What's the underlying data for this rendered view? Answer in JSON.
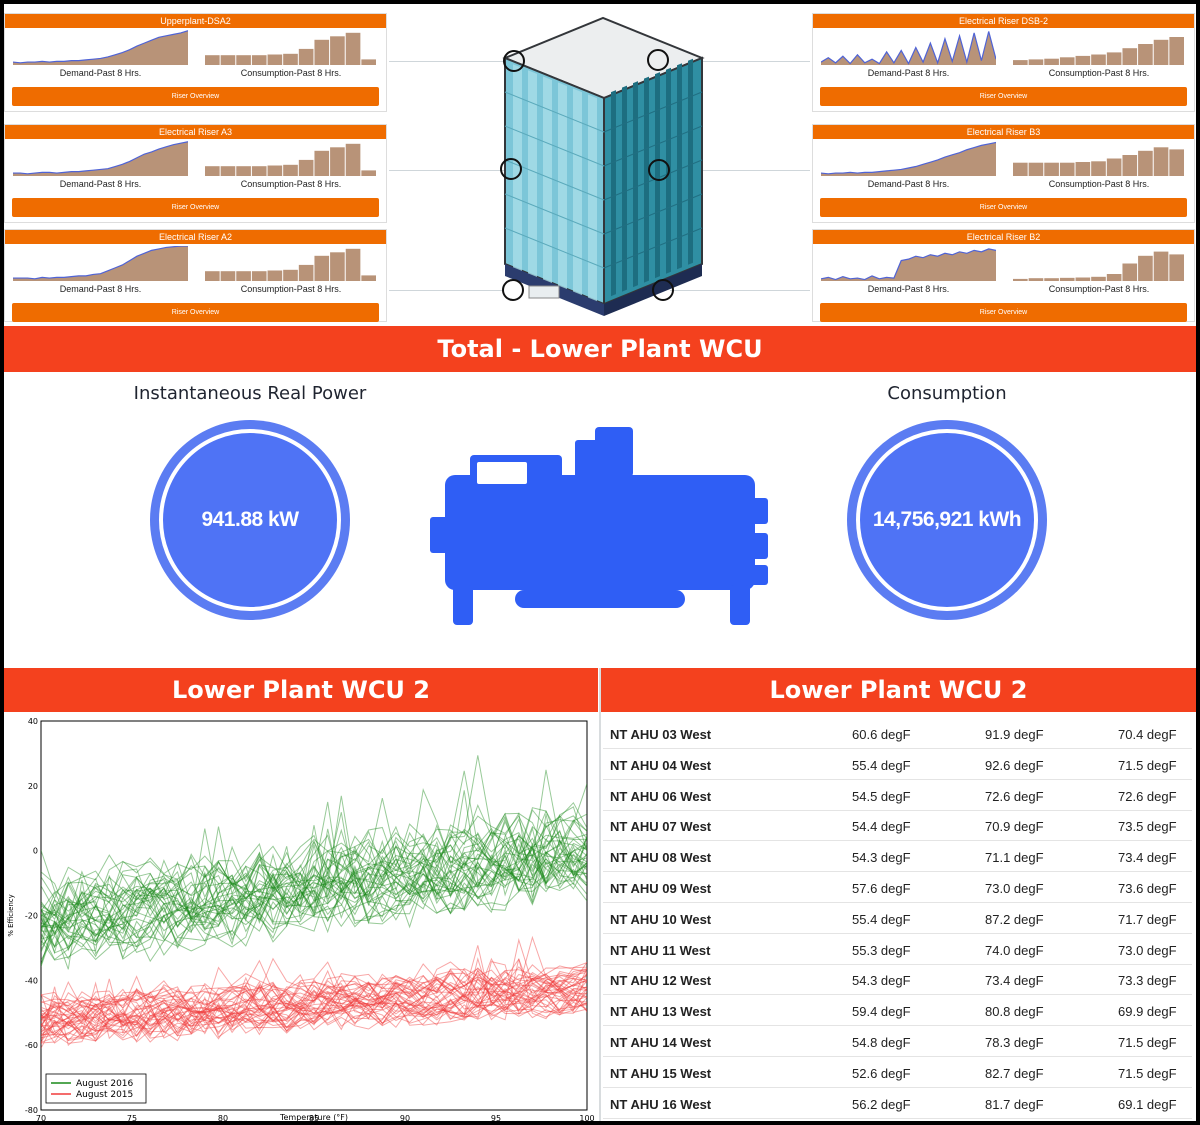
{
  "risers": [
    {
      "title": "Upperplant-DSA2",
      "demand_label": "Demand-Past 8 Hrs.",
      "consumption_label": "Consumption-Past 8 Hrs.",
      "button": "Riser Overview",
      "demand": [
        4,
        3,
        4,
        4,
        5,
        4,
        5,
        5,
        6,
        6,
        7,
        8,
        9,
        11,
        14,
        17,
        21,
        26,
        30,
        34,
        38,
        40,
        42,
        44,
        47
      ],
      "consumption": [
        28,
        28,
        28,
        28,
        30,
        32,
        46,
        72,
        82,
        92,
        16
      ]
    },
    {
      "title": "Electrical Riser A3",
      "demand_label": "Demand-Past 8 Hrs.",
      "consumption_label": "Consumption-Past 8 Hrs.",
      "button": "Riser Overview",
      "demand": [
        4,
        4,
        3,
        4,
        5,
        5,
        4,
        5,
        6,
        6,
        7,
        8,
        9,
        10,
        13,
        16,
        20,
        25,
        30,
        33,
        37,
        40,
        43,
        45,
        47
      ],
      "consumption": [
        28,
        28,
        28,
        28,
        30,
        32,
        46,
        72,
        82,
        92,
        16
      ]
    },
    {
      "title": "Electrical Riser A2",
      "demand_label": "Demand-Past 8 Hrs.",
      "consumption_label": "Consumption-Past 8 Hrs.",
      "button": "Riser Overview",
      "demand": [
        4,
        4,
        4,
        3,
        5,
        4,
        5,
        5,
        6,
        7,
        7,
        9,
        10,
        14,
        18,
        22,
        28,
        34,
        38,
        42,
        44,
        46,
        47,
        48,
        48
      ],
      "consumption": [
        28,
        28,
        28,
        28,
        30,
        32,
        46,
        72,
        82,
        92,
        16
      ]
    },
    {
      "title": "Electrical Riser DSB-2",
      "demand_label": "Demand-Past 8 Hrs.",
      "consumption_label": "Consumption-Past 8 Hrs.",
      "button": "Riser Overview",
      "demand": [
        4,
        10,
        3,
        12,
        2,
        14,
        3,
        8,
        2,
        18,
        3,
        20,
        2,
        24,
        4,
        30,
        3,
        36,
        5,
        40,
        4,
        44,
        6,
        46,
        8
      ],
      "consumption": [
        14,
        16,
        18,
        22,
        26,
        30,
        36,
        48,
        60,
        72,
        80
      ]
    },
    {
      "title": "Electrical Riser B3",
      "demand_label": "Demand-Past 8 Hrs.",
      "consumption_label": "Consumption-Past 8 Hrs.",
      "button": "Riser Overview",
      "demand": [
        4,
        3,
        4,
        4,
        5,
        4,
        5,
        5,
        6,
        7,
        8,
        9,
        11,
        13,
        16,
        19,
        22,
        26,
        29,
        32,
        36,
        39,
        42,
        44,
        46
      ],
      "consumption": [
        38,
        38,
        38,
        38,
        40,
        42,
        50,
        60,
        72,
        82,
        76
      ]
    },
    {
      "title": "Electrical Riser B2",
      "demand_label": "Demand-Past 8 Hrs.",
      "consumption_label": "Consumption-Past 8 Hrs.",
      "button": "Riser Overview",
      "demand": [
        3,
        5,
        2,
        6,
        3,
        4,
        2,
        7,
        3,
        5,
        4,
        28,
        30,
        34,
        32,
        36,
        34,
        38,
        36,
        40,
        38,
        42,
        40,
        44,
        42
      ],
      "consumption": [
        6,
        8,
        8,
        9,
        10,
        12,
        20,
        50,
        72,
        84,
        76
      ]
    }
  ],
  "total": {
    "banner": "Total - Lower Plant WCU",
    "left_title": "Instantaneous Real Power",
    "left_value": "941.88 kW",
    "right_title": "Consumption",
    "right_value": "14,756,921 kWh"
  },
  "colors": {
    "orange": "#ef6c00",
    "banner_red": "#f4411e",
    "gauge_blue": "#4f73f5",
    "chiller_blue": "#2f5ef5",
    "bar_brown": "#b89378",
    "line_blue": "#4f63d6"
  },
  "left_panel_title": "Lower Plant WCU 2",
  "right_panel_title": "Lower Plant WCU 2",
  "chart_data": {
    "type": "line",
    "xlabel": "Temperature (°F)",
    "ylabel": "% Efficiency",
    "xlim": [
      70,
      100
    ],
    "ylim": [
      -80,
      40
    ],
    "xticks": [
      70,
      75,
      80,
      85,
      90,
      95,
      100
    ],
    "yticks": [
      -80,
      -60,
      -40,
      -20,
      0,
      20,
      40
    ],
    "legend_position": "bottom-left",
    "series": [
      {
        "name": "August 2016",
        "color": "#1a8a1a",
        "trend_start": -22,
        "trend_end": 0,
        "band": 18,
        "line_count": 40
      },
      {
        "name": "August 2015",
        "color": "#f03c3c",
        "trend_start": -52,
        "trend_end": -42,
        "band": 10,
        "line_count": 40
      }
    ]
  },
  "ahu_table": [
    {
      "name": "NT AHU 03 West",
      "v1": "60.6 degF",
      "v2": "91.9 degF",
      "v3": "70.4 degF"
    },
    {
      "name": "NT AHU 04 West",
      "v1": "55.4 degF",
      "v2": "92.6 degF",
      "v3": "71.5 degF"
    },
    {
      "name": "NT AHU 06 West",
      "v1": "54.5 degF",
      "v2": "72.6 degF",
      "v3": "72.6 degF"
    },
    {
      "name": "NT AHU 07 West",
      "v1": "54.4 degF",
      "v2": "70.9 degF",
      "v3": "73.5 degF"
    },
    {
      "name": "NT AHU 08 West",
      "v1": "54.3 degF",
      "v2": "71.1 degF",
      "v3": "73.4 degF"
    },
    {
      "name": "NT AHU 09 West",
      "v1": "57.6 degF",
      "v2": "73.0 degF",
      "v3": "73.6 degF"
    },
    {
      "name": "NT AHU 10 West",
      "v1": "55.4 degF",
      "v2": "87.2 degF",
      "v3": "71.7 degF"
    },
    {
      "name": "NT AHU 11 West",
      "v1": "55.3 degF",
      "v2": "74.0 degF",
      "v3": "73.0 degF"
    },
    {
      "name": "NT AHU 12 West",
      "v1": "54.3 degF",
      "v2": "73.4 degF",
      "v3": "73.3 degF"
    },
    {
      "name": "NT AHU 13 West",
      "v1": "59.4 degF",
      "v2": "80.8 degF",
      "v3": "69.9 degF"
    },
    {
      "name": "NT AHU 14 West",
      "v1": "54.8 degF",
      "v2": "78.3 degF",
      "v3": "71.5 degF"
    },
    {
      "name": "NT AHU 15 West",
      "v1": "52.6 degF",
      "v2": "82.7 degF",
      "v3": "71.5 degF"
    },
    {
      "name": "NT AHU 16 West",
      "v1": "56.2 degF",
      "v2": "81.7 degF",
      "v3": "69.1 degF"
    }
  ]
}
